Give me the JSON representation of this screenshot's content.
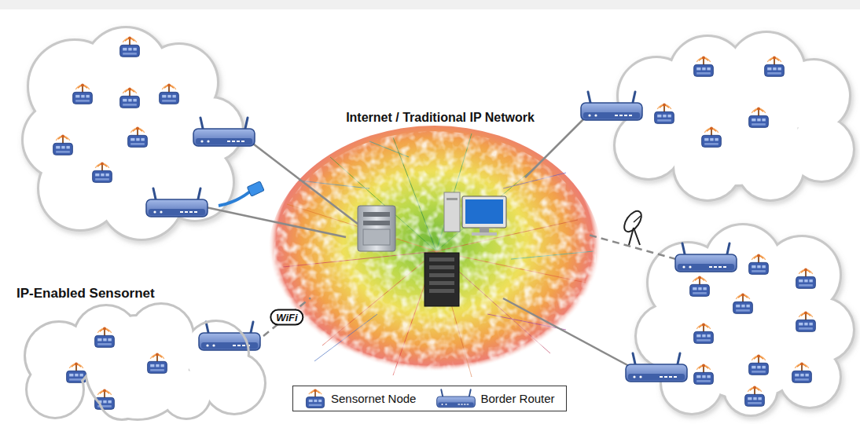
{
  "diagram": {
    "nodes": [
      {
        "text": [
          "Internet / Traditional IP Network"
        ]
      },
      {
        "text": [
          "IP-Enabled Sensornet"
        ]
      }
    ],
    "edges": [
      {
        "from": 1,
        "to": 0,
        "arrow": "none",
        "label": "WiFi"
      }
    ],
    "legend": [
      {
        "text": "Sensornet Node"
      },
      {
        "text": "Border Router"
      }
    ]
  }
}
